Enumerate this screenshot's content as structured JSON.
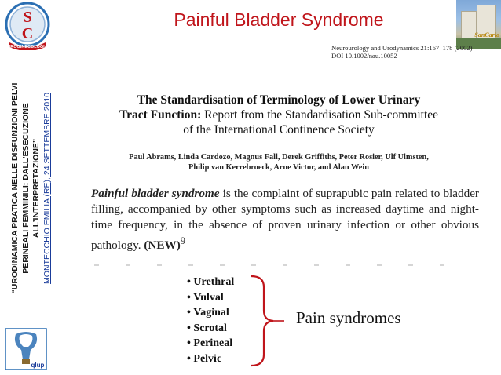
{
  "slide": {
    "title": "Painful Bladder Syndrome"
  },
  "sidebar": {
    "logo_top_letters": [
      "S",
      "C"
    ],
    "logo_top_caption": "UROGINECOLOGIA",
    "logo_bottom_caption": "qlup",
    "vertical_lines": [
      "“URODINAMICA PRATICA NELLE DISFUNZIONI PELVI",
      "PERINEALI FEMMINILI: DALL’ESECUZIONE",
      "ALL’INTERPRETAZIONE”"
    ],
    "vertical_footer": "MONTECCHIO EMILIA (RE),  24 SETTEMBRE 2010",
    "accent_color": "#c0151b",
    "footer_color": "#1a3c9a"
  },
  "photo": {
    "brand": "SanCarlo"
  },
  "journal": {
    "citation": "Neurourology and Urodynamics 21:167–178 (2002)",
    "doi": "DOI 10.1002/nau.10052"
  },
  "paper": {
    "title_line1": "The Standardisation of Terminology of Lower Urinary",
    "title_bold_prefix": "Tract Function:",
    "title_line2_rest": " Report from the Standardisation Sub-committee",
    "title_line3": "of the International Continence Society",
    "authors_line1": "Paul Abrams, Linda Cardozo, Magnus Fall, Derek Griffiths, Peter Rosier, Ulf Ulmsten,",
    "authors_line2": "Philip van Kerrebroeck, Arne Victor, and Alan Wein"
  },
  "definition": {
    "term": "Painful bladder syndrome",
    "text": " is the complaint of suprapubic pain related to bladder filling, accompanied by other symptoms such as increased daytime and night-time frequency, in the absence of proven urinary infection or other obvious pathology. ",
    "tag": "(NEW)",
    "footnote": "9"
  },
  "bullets": [
    "Urethral",
    "Vulval",
    "Vaginal",
    "Scrotal",
    "Perineal",
    "Pelvic"
  ],
  "brace_color": "#c0151b",
  "pain_label": "Pain syndromes"
}
